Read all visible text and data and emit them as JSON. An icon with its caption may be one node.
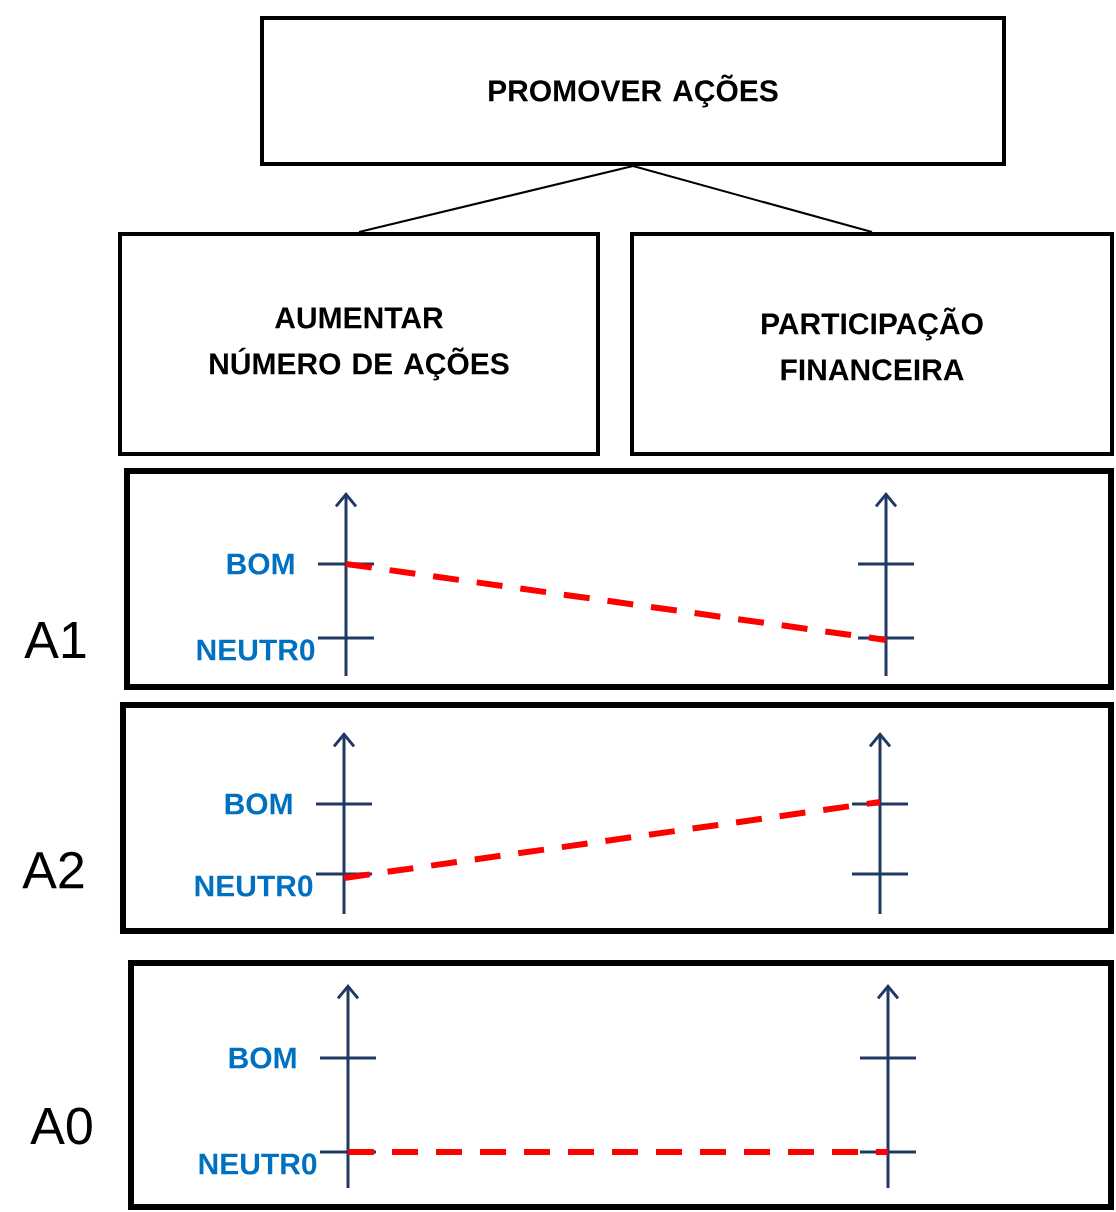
{
  "diagram": {
    "nodes": [
      {
        "text": [
          "PROMOVER AÇÕES"
        ]
      },
      {
        "text": [
          "AUMENTAR NÚMERO DE AÇÕES"
        ]
      },
      {
        "text": [
          "PARTICIPAÇÃO FINANCEIRA"
        ]
      },
      {
        "text": [
          "A1"
        ]
      },
      {
        "text": [
          "A2"
        ]
      },
      {
        "text": [
          "A0"
        ]
      }
    ],
    "edges": [
      {
        "from": 0,
        "to": 1,
        "arrow": "none"
      },
      {
        "from": 0,
        "to": 2,
        "arrow": "none"
      }
    ],
    "labels": [
      "BOM",
      "NEUTR0",
      "BOM",
      "NEUTR0",
      "BOM",
      "NEUTR0"
    ]
  }
}
